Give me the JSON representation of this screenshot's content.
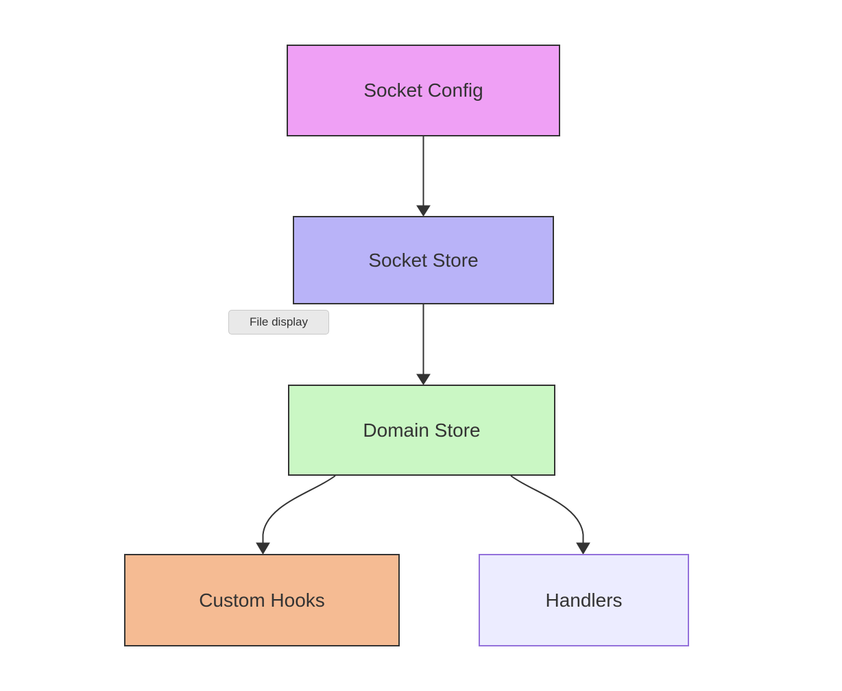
{
  "diagram": {
    "type": "flowchart",
    "direction": "top-down",
    "nodes": [
      {
        "id": "socket-config",
        "label": "Socket Config",
        "fill": "#efa0f5",
        "border": "#333333"
      },
      {
        "id": "socket-store",
        "label": "Socket Store",
        "fill": "#b9b3f8",
        "border": "#333333"
      },
      {
        "id": "domain-store",
        "label": "Domain Store",
        "fill": "#caf7c4",
        "border": "#333333"
      },
      {
        "id": "custom-hooks",
        "label": "Custom Hooks",
        "fill": "#f5bb93",
        "border": "#333333"
      },
      {
        "id": "handlers",
        "label": "Handlers",
        "fill": "#ececff",
        "border": "#9370db"
      }
    ],
    "edges": [
      {
        "from": "Socket Config",
        "to": "Socket Store",
        "style": "arrow"
      },
      {
        "from": "Socket Store",
        "to": "Domain Store",
        "style": "arrow"
      },
      {
        "from": "Domain Store",
        "to": "Custom Hooks",
        "style": "arrow"
      },
      {
        "from": "Domain Store",
        "to": "Handlers",
        "style": "arrow"
      }
    ],
    "tooltip": {
      "text": "File display",
      "background": "#e9e9e9",
      "border": "#c9c9c9"
    },
    "colors": {
      "canvas": "#ffffff",
      "edge": "#333333",
      "text": "#333333"
    }
  }
}
